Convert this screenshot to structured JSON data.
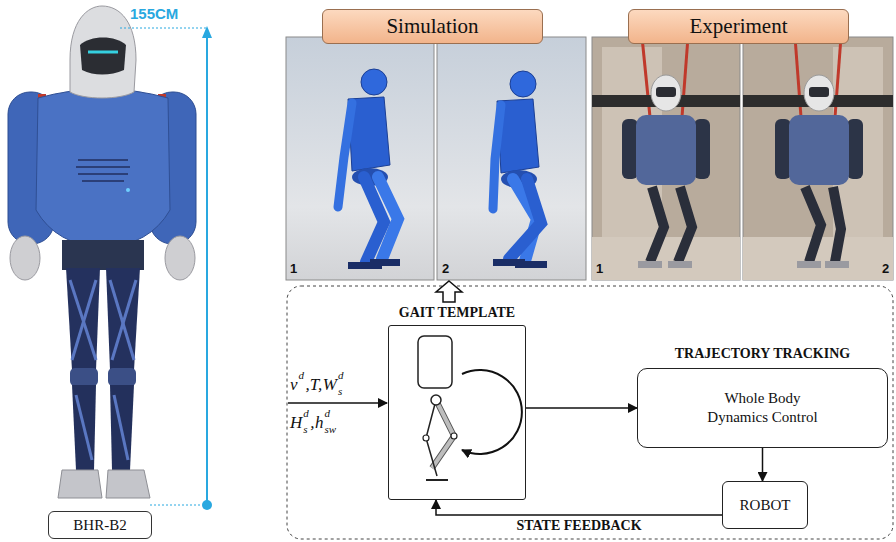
{
  "diagram": {
    "nodes": [
      {
        "text": [
          "BHR-B2"
        ]
      },
      {
        "text": [
          "Simulation"
        ]
      },
      {
        "text": [
          "Experiment"
        ]
      },
      {
        "text": [
          "GAIT TEMPLATE"
        ]
      },
      {
        "text": [
          "TRAJECTORY TRACKING",
          "Whole Body Dynamics Control"
        ]
      },
      {
        "text": [
          "ROBOT"
        ]
      }
    ],
    "edges": [
      {
        "from": 3,
        "to": 4,
        "arrow": "to"
      },
      {
        "from": 4,
        "to": 5,
        "arrow": "to"
      },
      {
        "from": 5,
        "to": 3,
        "label": "STATE FEEDBACK",
        "arrow": "to"
      }
    ],
    "labels": [
      "155CM",
      "1",
      "2",
      "1",
      "2",
      "v",
      "d",
      ",T,",
      "W",
      "d",
      "s",
      "H",
      "d",
      "s",
      ",",
      "h",
      "d",
      "sw"
    ]
  }
}
